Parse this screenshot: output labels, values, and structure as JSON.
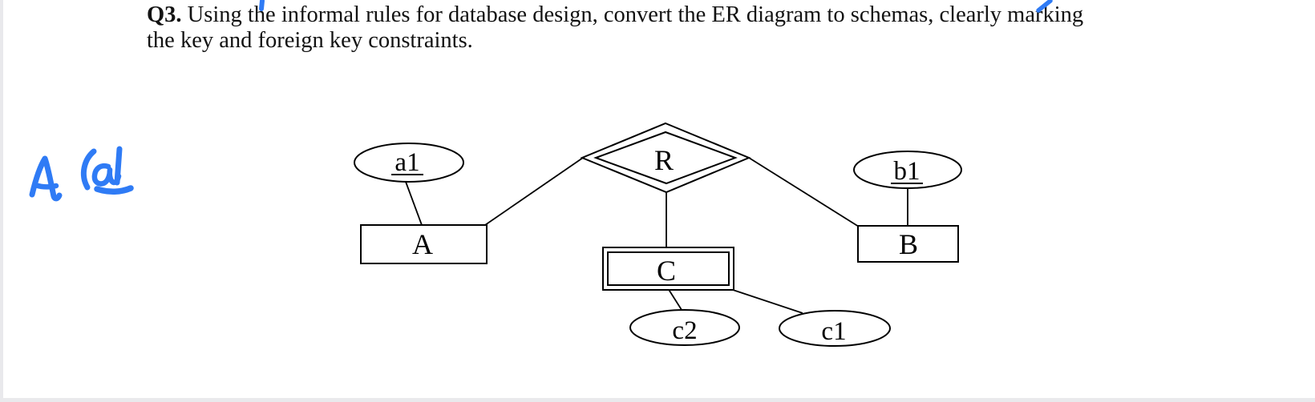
{
  "page": {
    "background": "#ffffff",
    "edge_color": "#e9e9ec"
  },
  "question": {
    "label": "Q3.",
    "line1": "Using the informal rules for database design, convert the ER diagram to schemas, clearly marking",
    "line2": "the key and foreign key constraints."
  },
  "annotations": {
    "ink_color": "#2f7bf5",
    "handwriting_text": "A (a1",
    "tick_marks": [
      "small vertical tick above text line 1",
      "small diagonal tick near word marking"
    ]
  },
  "diagram": {
    "type": "er-diagram",
    "relationship": {
      "label": "R",
      "identifying": true,
      "shape": "double-diamond"
    },
    "entities": [
      {
        "label": "A",
        "type": "strong",
        "shape": "rectangle",
        "attributes": [
          {
            "label": "a1",
            "key": true
          }
        ]
      },
      {
        "label": "B",
        "type": "strong",
        "shape": "rectangle",
        "attributes": [
          {
            "label": "b1",
            "key": true
          }
        ]
      },
      {
        "label": "C",
        "type": "weak",
        "shape": "double-rectangle",
        "attributes": [
          {
            "label": "c2",
            "key": false
          },
          {
            "label": "c1",
            "key": false
          }
        ]
      }
    ],
    "connections": [
      "a1 - A",
      "A - R",
      "R - B",
      "R - C",
      "b1 - B",
      "C - c2",
      "C - c1"
    ]
  }
}
